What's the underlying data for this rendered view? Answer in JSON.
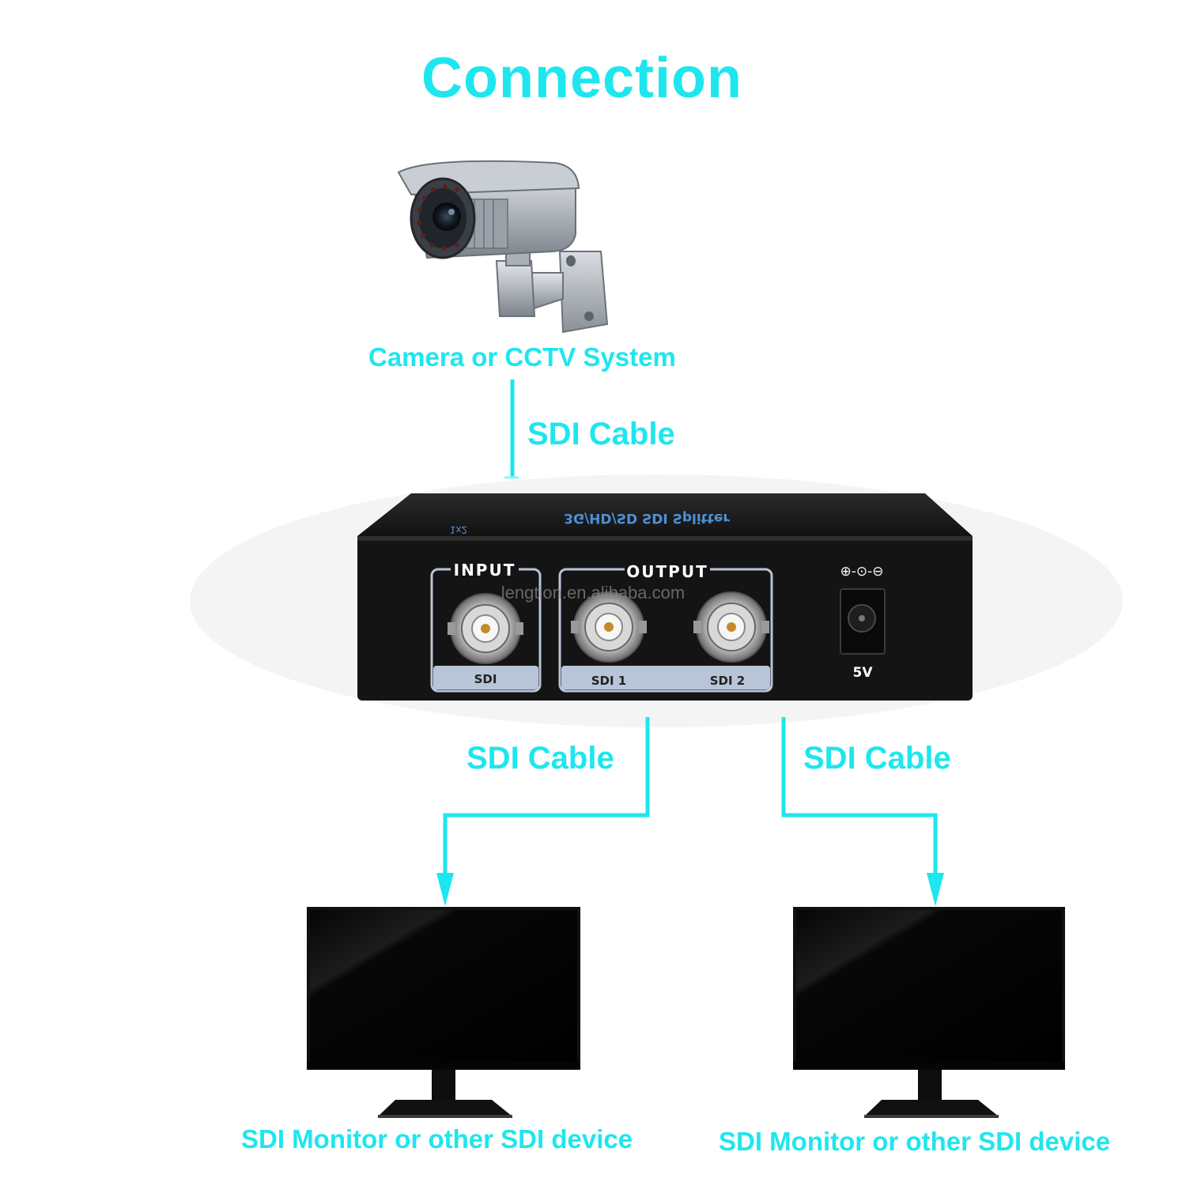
{
  "title": "Connection",
  "camera": {
    "caption": "Camera or CCTV System",
    "icon": "cctv-camera-icon"
  },
  "cables": {
    "input": "SDI Cable",
    "output_1": "SDI Cable",
    "output_2": "SDI Cable"
  },
  "splitter": {
    "icon": "sdi-splitter-icon",
    "top_text": "3G/HD/SD SDI Splitter",
    "top_text_small": "1x2",
    "input_group_label": "INPUT",
    "output_group_label": "OUTPUT",
    "input_port_label": "SDI",
    "output_port_1_label": "SDI 1",
    "output_port_2_label": "SDI 2",
    "power_label": "5V",
    "power_polarity": "⊕-⊙-⊖",
    "watermark": "lengtion.en.alibaba.com"
  },
  "monitors": [
    {
      "caption": "SDI Monitor or other SDI device",
      "icon": "monitor-icon"
    },
    {
      "caption": "SDI Monitor or other SDI device",
      "icon": "monitor-icon"
    }
  ],
  "colors": {
    "accent": "#1ee6ee",
    "device_body": "#111111",
    "port_panel": "#b8c4d8",
    "background": "#ffffff"
  }
}
